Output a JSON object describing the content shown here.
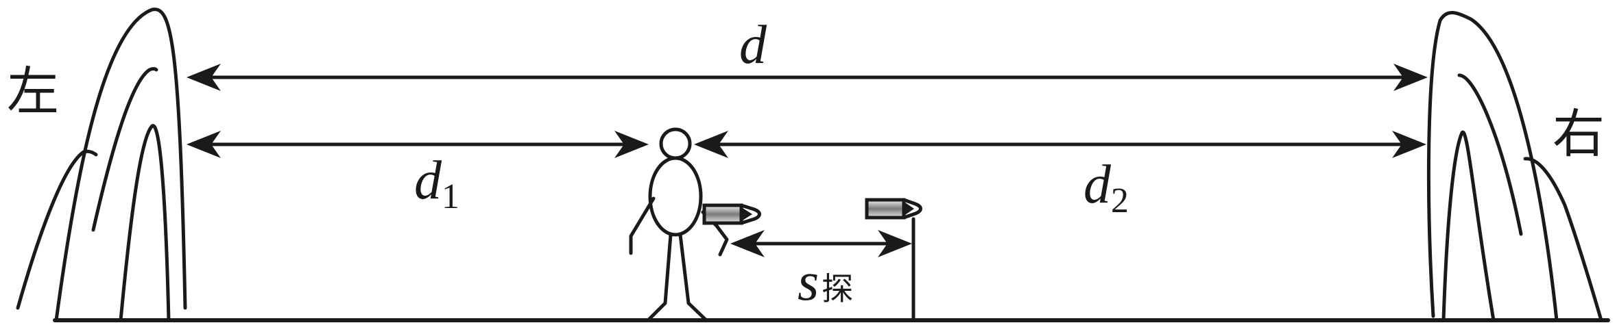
{
  "labels": {
    "left": "左",
    "right": "右",
    "d": "d",
    "d1_main": "d",
    "d1_sub": "1",
    "d2_main": "d",
    "d2_sub": "2",
    "s_main": "s",
    "s_sub": "探"
  }
}
